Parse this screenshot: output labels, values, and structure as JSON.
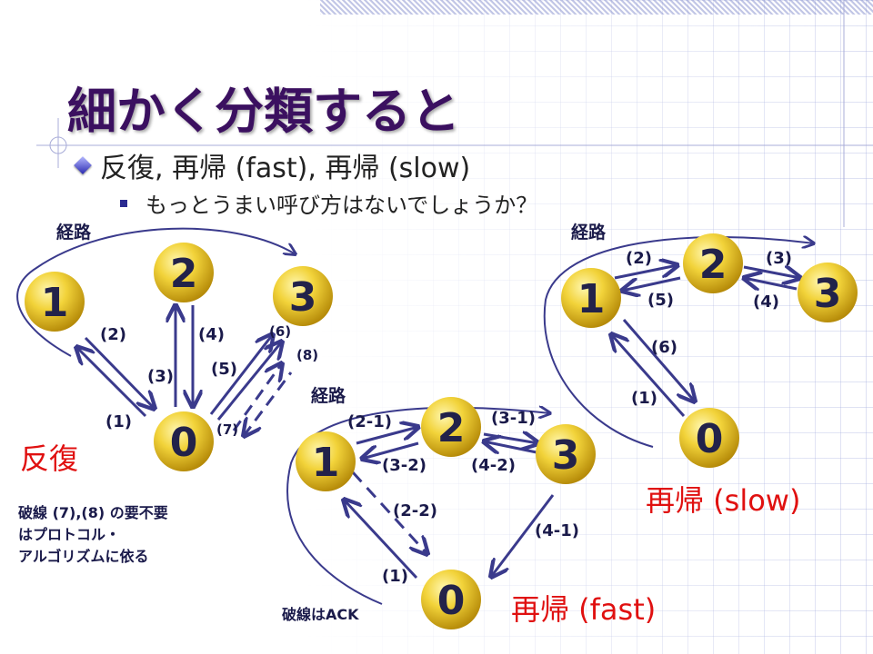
{
  "slide": {
    "title": "細かく分類すると",
    "bullet_main": "反復, 再帰 (fast), 再帰 (slow)",
    "bullet_sub": "もっとうまい呼び方はないでしょうか？"
  },
  "diagrams": {
    "iterative": {
      "caption": "反復",
      "route_label": "経路",
      "nodes": {
        "n1": "1",
        "n2": "2",
        "n3": "3",
        "n0": "0"
      },
      "edges": {
        "e1": "(1)",
        "e2": "(2)",
        "e3": "(3)",
        "e4": "(4)",
        "e5": "(5)",
        "e6": "(6)",
        "e7": "(7)",
        "e8": "(8)"
      },
      "note_lines": [
        "破線 (7),(8) の要不要",
        "はプロトコル・",
        "アルゴリズムに依る"
      ]
    },
    "recursive_fast": {
      "caption": "再帰 (fast)",
      "route_label": "経路",
      "nodes": {
        "n1": "1",
        "n2": "2",
        "n3": "3",
        "n0": "0"
      },
      "edges": {
        "e1": "(1)",
        "e21": "(2-1)",
        "e22": "(2-2)",
        "e31": "(3-1)",
        "e32": "(3-2)",
        "e41": "(4-1)",
        "e42": "(4-2)"
      },
      "note": "破線はACK"
    },
    "recursive_slow": {
      "caption": "再帰 (slow)",
      "route_label": "経路",
      "nodes": {
        "n1": "1",
        "n2": "2",
        "n3": "3",
        "n0": "0"
      },
      "edges": {
        "e1": "(1)",
        "e2": "(2)",
        "e3": "(3)",
        "e4": "(4)",
        "e5": "(5)",
        "e6": "(6)"
      }
    }
  },
  "colors": {
    "arrow": "#3a3a8c",
    "caption": "#e01010",
    "title": "#3b1060",
    "node_fill": "#e8c21a"
  }
}
